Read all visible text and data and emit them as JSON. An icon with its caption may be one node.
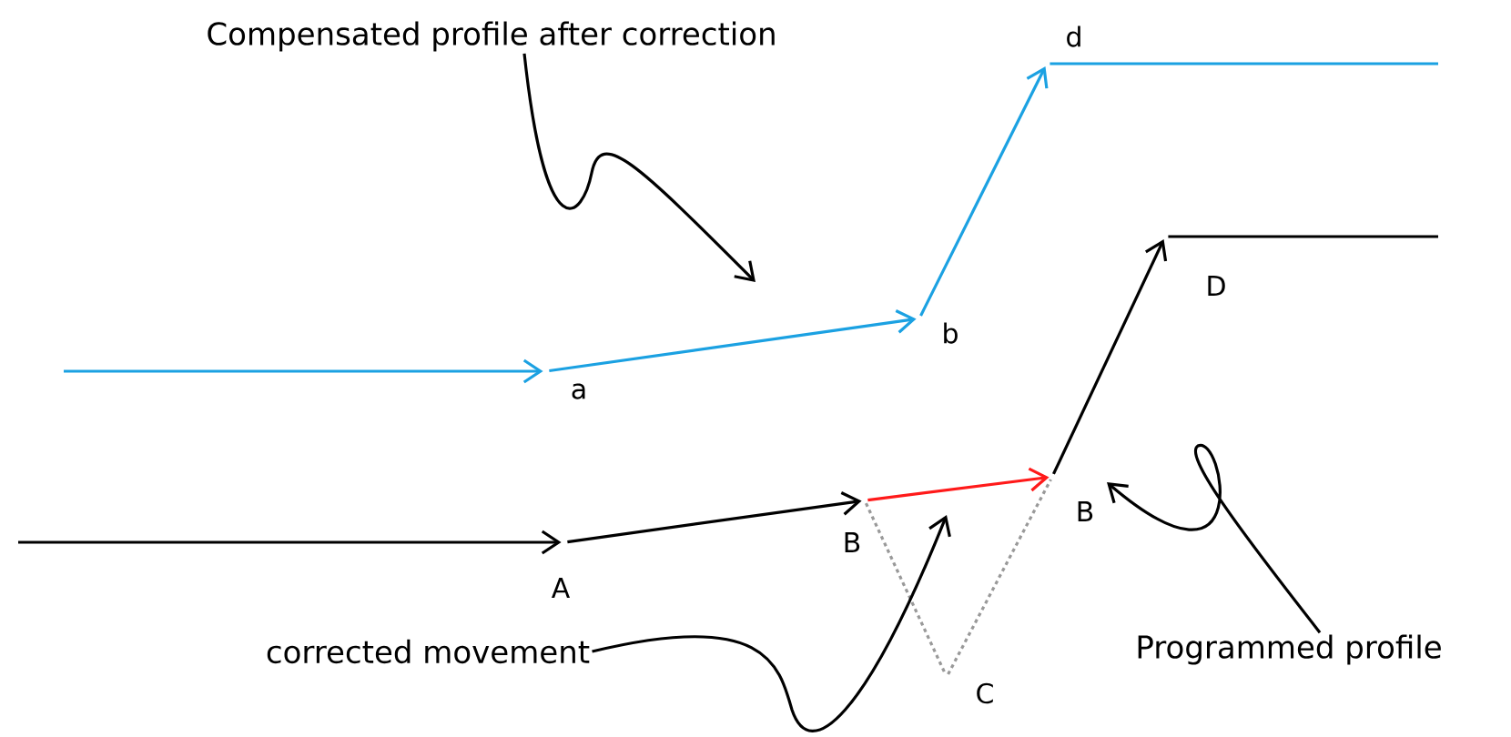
{
  "diagram": {
    "nodes": [
      {
        "text": [
          "Compensated profile after correction"
        ]
      },
      {
        "text": [],
        "shape": "point",
        "beside": [
          "d"
        ]
      },
      {
        "text": [],
        "shape": "point",
        "beside": [
          "b"
        ]
      },
      {
        "text": [],
        "shape": "point",
        "beside": [
          "a"
        ]
      },
      {
        "text": [],
        "shape": "point",
        "beside": [
          "D"
        ]
      },
      {
        "text": [],
        "shape": "point",
        "beside": [
          "B"
        ]
      },
      {
        "text": [],
        "shape": "point",
        "beside": [
          "B"
        ]
      },
      {
        "text": [],
        "shape": "point",
        "beside": [
          "A"
        ]
      },
      {
        "text": [],
        "shape": "point",
        "beside": [
          "C"
        ]
      },
      {
        "text": [
          "corrected movement"
        ]
      },
      {
        "text": [
          "Programmed profile"
        ]
      }
    ],
    "edges": [
      {
        "from": null,
        "to": 3,
        "arrow": "to",
        "color": "#1ba1e2"
      },
      {
        "from": 3,
        "to": 2,
        "arrow": "to",
        "color": "#1ba1e2"
      },
      {
        "from": 2,
        "to": 1,
        "arrow": "to",
        "color": "#1ba1e2"
      },
      {
        "from": 1,
        "to": null,
        "arrow": "none",
        "color": "#1ba1e2"
      },
      {
        "from": null,
        "to": 7,
        "arrow": "to"
      },
      {
        "from": 7,
        "to": 6,
        "arrow": "to"
      },
      {
        "from": 6,
        "to": 5,
        "arrow": "to",
        "color": "#ff1a1a"
      },
      {
        "from": 5,
        "to": 4,
        "arrow": "to"
      },
      {
        "from": 4,
        "to": null,
        "arrow": "none"
      },
      {
        "from": 6,
        "to": 8,
        "arrow": "none",
        "style": "dashed",
        "color": "#999999"
      },
      {
        "from": 8,
        "to": 5,
        "arrow": "none",
        "style": "dashed",
        "color": "#999999"
      },
      {
        "from": 0,
        "to": null,
        "arrow": "to"
      },
      {
        "from": 9,
        "to": null,
        "arrow": "to"
      },
      {
        "from": 10,
        "to": 5,
        "arrow": "to"
      }
    ]
  }
}
